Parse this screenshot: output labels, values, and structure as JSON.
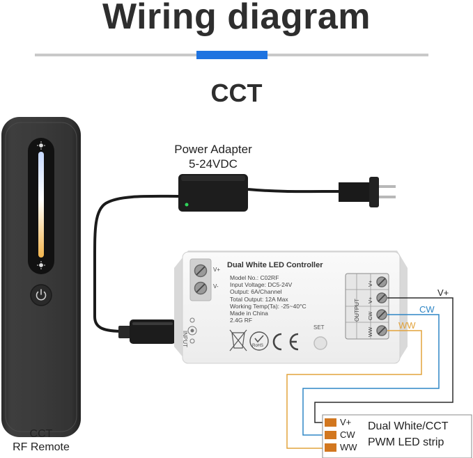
{
  "header": {
    "title": "Wiring diagram",
    "subtitle": "CCT"
  },
  "remote": {
    "label_line1": "CCT",
    "label_line2": "RF Remote",
    "power_icon": "power-icon",
    "brightness_icon": "sun-icon"
  },
  "adapter": {
    "label_line1": "Power Adapter",
    "label_line2": "5-24VDC"
  },
  "controller": {
    "title": "Dual White LED Controller",
    "specs": [
      "Model No.: C02RF",
      "Input Voltage: DC5-24V",
      "Output: 6A/Channel",
      "Total Output: 12A Max",
      "Working Temp(Ta): -25~40°C",
      "Made in China",
      "2.4G RF"
    ],
    "input_plus": "V+",
    "input_minus": "V-",
    "input_label": "INPUT",
    "set_label": "SET",
    "output_label": "OUTPUT",
    "output_terminals": [
      "V+",
      "V+",
      "CW",
      "WW"
    ],
    "rohs_label": "RoHS",
    "ce_label": "CE"
  },
  "wires": {
    "vplus_label": "V+",
    "cw_label": "CW",
    "ww_label": "WW",
    "colors": {
      "vplus": "#2b2b2b",
      "cw": "#2f86c5",
      "ww": "#e2a33c"
    }
  },
  "strip": {
    "pads": [
      "V+",
      "CW",
      "WW"
    ],
    "label_line1": "Dual White/CCT",
    "label_line2": "PWM LED strip",
    "pad_color": "#d2771f"
  }
}
